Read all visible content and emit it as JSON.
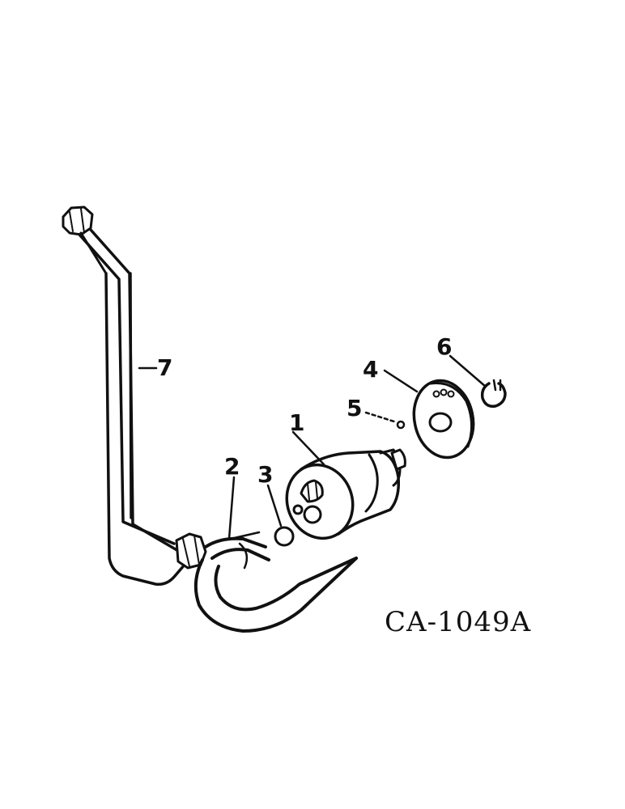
{
  "drawing_code": "CA-1049A",
  "callouts": [
    "1",
    "2",
    "3",
    "4",
    "5",
    "6",
    "7"
  ]
}
